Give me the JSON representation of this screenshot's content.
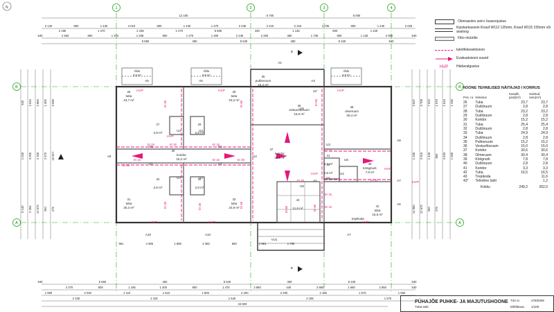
{
  "grid_labels": {
    "col": [
      "1",
      "2",
      "3",
      "4"
    ],
    "row": [
      "B",
      "A"
    ],
    "section": "A9"
  },
  "north_mark": "N",
  "top_dims": {
    "r1": [
      "12 180",
      "6 700",
      "6 000"
    ],
    "r2": [
      "2 140",
      "800",
      "1 440",
      "4 010",
      "800",
      "1 440",
      "1 470",
      "2 245",
      "2 210",
      "2 215",
      "1 735",
      "800",
      "1 440",
      "2 025"
    ],
    "r3": [
      "2 195",
      "1 470",
      "2 195",
      "1 470",
      "6 500",
      "430",
      "1 125",
      "800",
      "1 440"
    ],
    "r4": [
      "540",
      "2 363",
      "800",
      "1 372",
      "1 208",
      "800",
      "1 470",
      "1 300",
      "2 245",
      "2 200",
      "480",
      "1 735",
      "800",
      "1 125",
      "2 900",
      "540"
    ],
    "r5": [
      "5 560",
      "460",
      "5 540",
      "460",
      "5 340",
      "540"
    ]
  },
  "bottom_dims": {
    "r1": [
      "540",
      "5 560",
      "460",
      "5 540",
      "460",
      "5 340",
      "540"
    ],
    "r2": [
      "2 370",
      "800",
      "1 165",
      "1 200",
      "800",
      "1 470",
      "2 660",
      "440",
      "2 660",
      "1 660",
      "2 650",
      "540"
    ],
    "r3": [
      "1 990",
      "2 030",
      "2 110",
      "1 610",
      "1 600",
      "2 200",
      "2 200",
      "2 185",
      "1 675",
      "1 550"
    ],
    "r4": [
      "2 100",
      "2 100",
      "1 540",
      "2 185",
      "1 570"
    ],
    "r5": [
      "24 600"
    ],
    "sub": [
      "961",
      "4 385",
      "1 880",
      "4 383",
      "580",
      "2 881",
      "1 790"
    ]
  },
  "side_dims": {
    "left": [
      "540",
      "2 045",
      "2 960",
      "1 300",
      "3 095",
      "1 040",
      "3 000",
      "2 200",
      "2 670",
      "10 817",
      "5 140",
      "2 365",
      "12 670",
      "260",
      "475"
    ],
    "right": [
      "3 637",
      "3 708",
      "7 022",
      "1 570",
      "1 615",
      "1 235",
      "1 235",
      "2 615",
      "1 440",
      "860",
      "4 620",
      "1 550",
      "14 960",
      "12 670",
      "260",
      "475"
    ]
  },
  "room_labels": [
    {
      "no": "26",
      "name": "tuba",
      "area": "23,7 m²"
    },
    {
      "no": "28",
      "name": "tuba",
      "area": "23,2 m²"
    },
    {
      "no": "35",
      "name": "puhkeruum",
      "area": "15,2 m²"
    },
    {
      "no": "36",
      "name": "vestuvõturuum",
      "area": "15,0 m²"
    },
    {
      "no": "38",
      "name": "olmeruum",
      "area": "30,4 m²"
    },
    {
      "no": "27",
      "name": "",
      "area": "2,8 m²"
    },
    {
      "no": "29",
      "name": "",
      "area": "2,8 m²"
    },
    {
      "no": "30",
      "name": "koridor",
      "area": "15,2 m²"
    },
    {
      "no": "37",
      "name": "koridor",
      "area": "30,6 m²"
    },
    {
      "no": "39",
      "name": "kööginurk",
      "area": "7,8 m²"
    },
    {
      "no": "40",
      "name": "",
      "area": "2,8 m²"
    },
    {
      "no": "41",
      "name": "",
      "area": "3,3 m²"
    },
    {
      "no": "32",
      "name": "",
      "area": "2,8 m²"
    },
    {
      "no": "34",
      "name": "",
      "area": "2,8 m²"
    },
    {
      "no": "31",
      "name": "tuba",
      "area": "25,4 m²"
    },
    {
      "no": "33",
      "name": "tuba",
      "area": "24,9 m²"
    },
    {
      "no": "43",
      "name": "",
      "area": "11,6 m²"
    },
    {
      "no": "42",
      "name": "tuba",
      "area": "16,5 m²"
    }
  ],
  "balconies": [
    {
      "name": "rõdu",
      "area": "6,8 m²"
    },
    {
      "name": "rõdu",
      "area": "6,8 m²"
    },
    {
      "name": "rõdu",
      "area": "6,8 m²"
    }
  ],
  "window_tags": [
    "A5",
    "A5",
    "A2",
    "A3",
    "A8",
    "A7",
    "A6",
    "A10",
    "A10",
    "VU1",
    "A7",
    "A1"
  ],
  "hvp": [
    "HVP",
    "HVP",
    "HVP",
    "HVP",
    "HVP",
    "HVP",
    "HVP",
    "HVP",
    "HVP",
    "HVP"
  ],
  "fire_labels": [
    "EI 30",
    "EI 30",
    "EI 60",
    "EI 60",
    "EI 15",
    "EI 30",
    "EI 15",
    "EI 15",
    "EI 30",
    "EI 15",
    "EI 30",
    "EI 60",
    "EI 15",
    "EI 30",
    "EI 60",
    "EI 30",
    "EI 60",
    "EI 30",
    "EI 15",
    "EI 15"
  ],
  "door_tags": [
    "U1",
    "U1",
    "U1",
    "U1",
    "U2",
    "U3",
    "U3",
    "U3",
    "U3",
    "U5",
    "U5",
    "U2",
    "U6",
    "U3",
    "U1"
  ],
  "misc": {
    "stair": "trepikoda",
    "shaft": "43°",
    "section_b": "B"
  },
  "legend": {
    "items": [
      {
        "sym": "wall",
        "text": "Olemasolev sein+ lisasoojustus"
      },
      {
        "sym": "knauf",
        "text": "Kipskarkassein Knauf W112 125mm, Knauf W115 155mm või analoog"
      },
      {
        "sym": "fibo",
        "text": "Fibo müüritis"
      },
      {
        "sym": "fire",
        "text": "tuletõkkesektsioon"
      },
      {
        "sym": "evac",
        "text": "Evakuatsiooni suund"
      },
      {
        "sym": "hvp",
        "text": "Hädavalgustus"
      }
    ],
    "hvp_label": "HVP",
    "colors": {
      "fire": "#e8157a",
      "wall": "#555555",
      "grid": "#1ea81e",
      "arrow": "#e8157a"
    }
  },
  "room_table": {
    "title": "HOONE TEHNILISED NÄITAJAD I KORRUS",
    "headers": [
      "Pos. nr.",
      "Nimetus",
      "Kasulik pind(m²)",
      "Suletud neto(m²)"
    ],
    "rows": [
      [
        "26",
        "Tuba",
        "23,7",
        "23,7"
      ],
      [
        "27",
        "Dušširuum",
        "2,8",
        "2,8"
      ],
      [
        "28",
        "Tuba",
        "23,2",
        "23,2"
      ],
      [
        "29",
        "Dušširuum",
        "2,8",
        "2,8"
      ],
      [
        "30",
        "Koridor",
        "15,2",
        "15,2"
      ],
      [
        "31",
        "Tuba",
        "25,4",
        "25,4"
      ],
      [
        "32",
        "Dušširuum",
        "2,8",
        "2,8"
      ],
      [
        "33",
        "Tuba",
        "24,9",
        "24,9"
      ],
      [
        "34",
        "Dušširuum",
        "2,8",
        "2,8"
      ],
      [
        "35",
        "Puhkeruum",
        "15,2",
        "15,2"
      ],
      [
        "36",
        "Vestuvõturuum",
        "15,0",
        "15,0"
      ],
      [
        "37",
        "Koridor",
        "30,6",
        "30,6"
      ],
      [
        "38",
        "Olmeruum",
        "30,4",
        "30,4"
      ],
      [
        "39",
        "Köögnurk",
        "7,8",
        "7,8"
      ],
      [
        "40",
        "Dušširuum",
        "2,8",
        "2,8"
      ],
      [
        "41",
        "Koridor",
        "3,3",
        "3,3"
      ],
      [
        "42",
        "Tuba",
        "16,5",
        "16,5"
      ],
      [
        "43",
        "Trepikoda",
        "",
        "11,6"
      ],
      [
        "43°",
        "Tehniline šaht",
        "",
        "1,2"
      ]
    ],
    "total": [
      "Kokku",
      "249,2",
      "262,0"
    ]
  },
  "title_block": {
    "title": "PÜHAJÕE PUHKE- JA MAJUTUSHOONE",
    "subtitle": "Tuba sekt",
    "k1": "Töö nr.",
    "v1": "478/0309",
    "k2": "Mõõtkava:",
    "v2": "1/100"
  }
}
